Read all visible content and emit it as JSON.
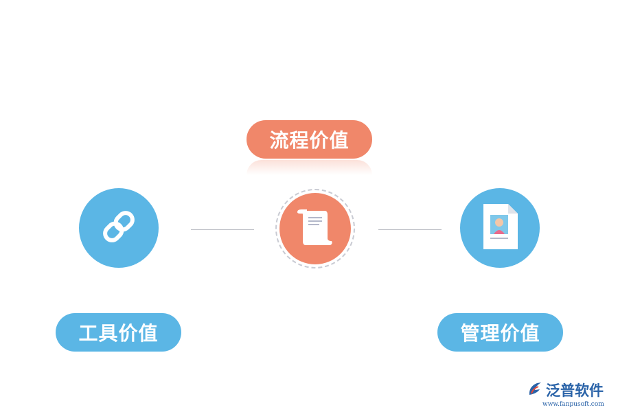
{
  "nodes": {
    "center": {
      "label": "流程价值",
      "icon": "scroll-document-icon"
    },
    "left": {
      "label": "工具价值",
      "icon": "chain-link-icon"
    },
    "right": {
      "label": "管理价值",
      "icon": "profile-document-icon"
    }
  },
  "brand": {
    "name": "泛普软件",
    "url": "www.fanpusoft.com",
    "logo": "fanpu-logo-icon"
  },
  "colors": {
    "orange": "#f0876a",
    "blue": "#5bb6e5",
    "connector": "#b9bbc2",
    "brand": "#2a63a8"
  }
}
